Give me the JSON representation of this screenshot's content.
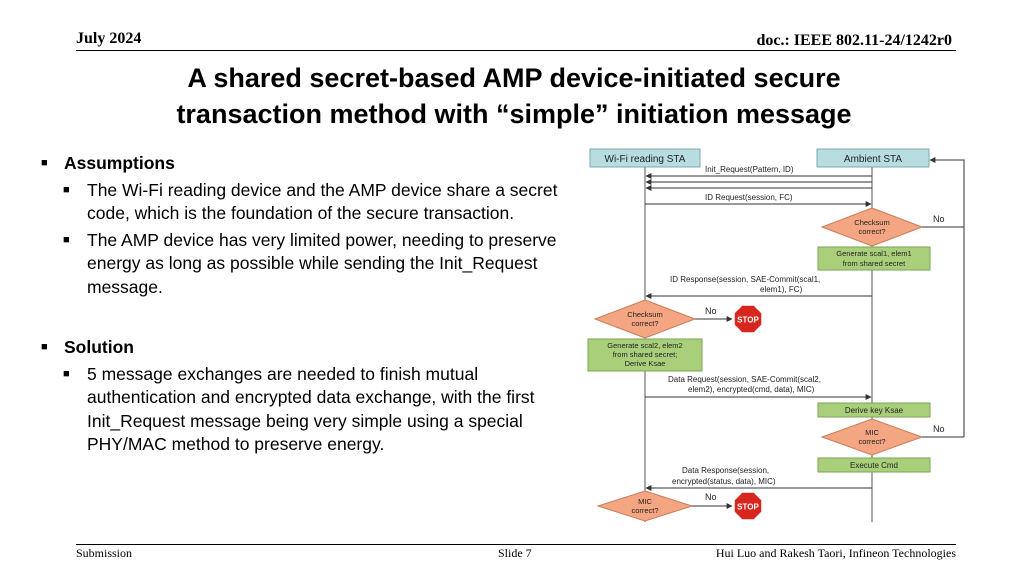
{
  "header": {
    "date": "July 2024",
    "doc": "doc.: IEEE 802.11-24/1242r0"
  },
  "title": {
    "line1": "A shared secret-based AMP device-initiated secure",
    "line2": "transaction method with “simple” initiation message"
  },
  "assumptions": {
    "heading": "Assumptions",
    "items": [
      "The Wi-Fi reading device and the AMP device share a secret code, which is the foundation of the secure transaction.",
      "The AMP device has very limited power, needing to preserve energy as long as possible while sending the Init_Request message."
    ]
  },
  "solution": {
    "heading": "Solution",
    "items": [
      "5 message exchanges are needed to finish mutual authentication and encrypted data exchange, with the first Init_Request message being very simple using a special PHY/MAC method to preserve energy."
    ]
  },
  "diagram": {
    "left_entity": "Wi-Fi reading STA",
    "right_entity": "Ambient STA",
    "msg_init": "Init_Request(Pattern,  ID)",
    "msg_id_request": "ID Request(session,  FC)",
    "checksum_right": [
      "Checksum",
      "correct?"
    ],
    "no_label_1": "No",
    "gen_right": [
      "Generate  scal1, elem1",
      "from shared secret"
    ],
    "msg_id_response": [
      "ID Response(session,  SAE-Commit(scal1,",
      "elem1), FC)"
    ],
    "checksum_left": [
      "Checksum",
      "correct?"
    ],
    "no_label_2": "No",
    "stop_1": "STOP",
    "gen_left": [
      "Generate  scal2, elem2",
      "from shared secret;",
      "Derive Ksae"
    ],
    "msg_data_request": [
      "Data Request(session,  SAE-Commit(scal2,",
      "elem2), encrypted(cmd, data), MIC)"
    ],
    "derive_right": "Derive key Ksae",
    "mic_right": [
      "MIC",
      "correct?"
    ],
    "no_label_3": "No",
    "execute": "Execute Cmd",
    "msg_data_response": [
      "Data Response(session,",
      "encrypted(status, data), MIC)"
    ],
    "mic_left": [
      "MIC",
      "correct?"
    ],
    "no_label_4": "No",
    "stop_2": "STOP",
    "colors": {
      "entity": "#b7dde0",
      "diamond": "#f4a582",
      "action": "#a9cf7a",
      "stop": "#d7261e"
    }
  },
  "footer": {
    "left": "Submission",
    "middle": "Slide 7",
    "right": "Hui Luo and Rakesh Taori, Infineon Technologies"
  }
}
